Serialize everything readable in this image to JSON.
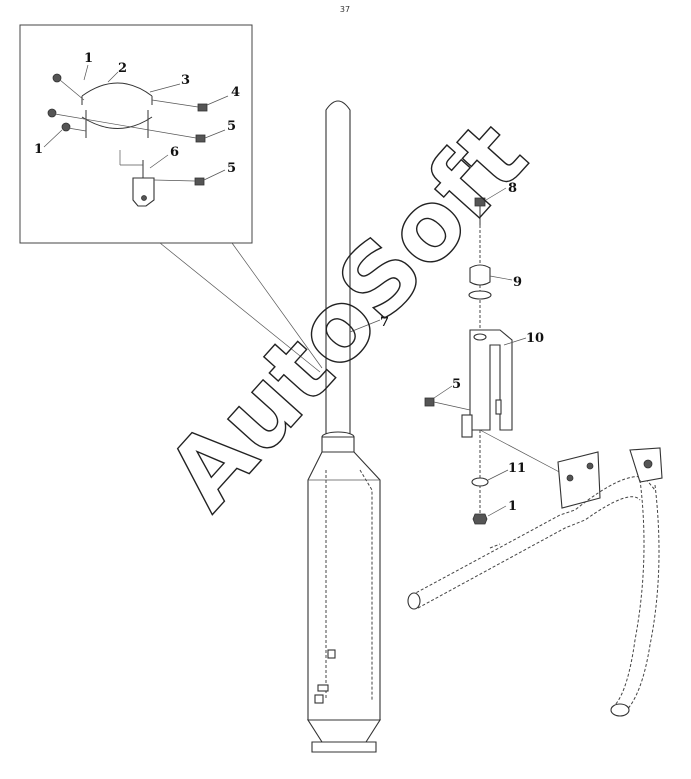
{
  "page_number": "37",
  "watermark": "AutoSoft",
  "callouts": {
    "c1a": "1",
    "c2": "2",
    "c3": "3",
    "c4": "4",
    "c5a": "5",
    "c1b": "1",
    "c6": "6",
    "c5b": "5",
    "c8": "8",
    "c9": "9",
    "c7": "7",
    "c10": "10",
    "c5c": "5",
    "c11": "11",
    "c1c": "1"
  },
  "colors": {
    "line": "#333333",
    "watermark": "#222222",
    "background": "#ffffff"
  }
}
